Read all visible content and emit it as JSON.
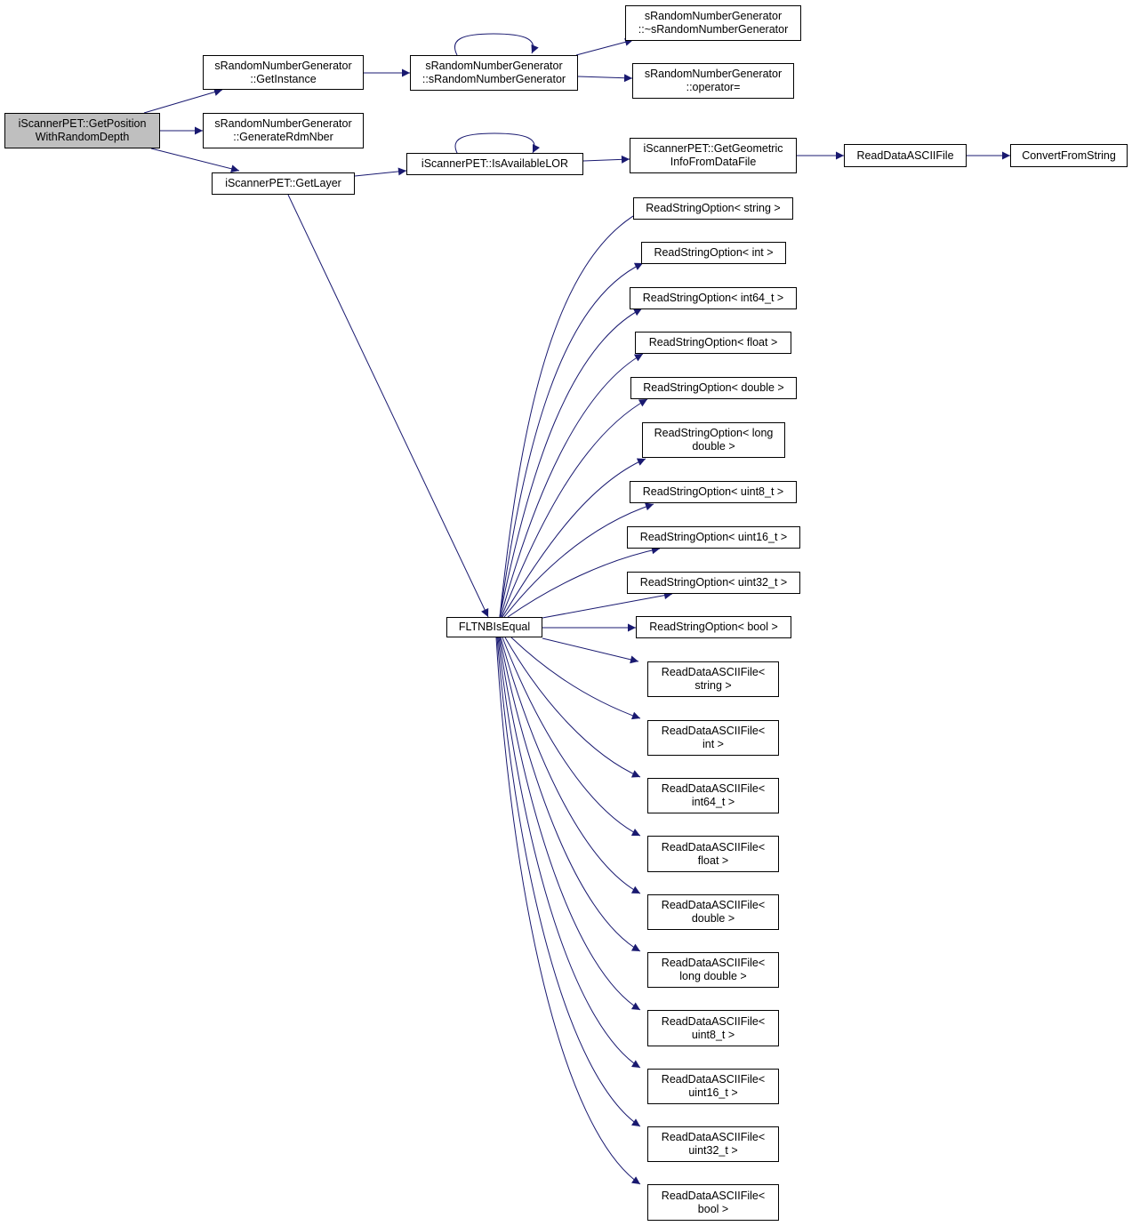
{
  "colors": {
    "edge": "#191970",
    "root_fill": "#bfbfbf",
    "node_fill": "#ffffff",
    "border": "#000000"
  },
  "nodes": {
    "root": {
      "l1": "iScannerPET::GetPosition",
      "l2": "WithRandomDepth"
    },
    "getinst": {
      "l1": "sRandomNumberGenerator",
      "l2": "::GetInstance"
    },
    "genrdm": {
      "l1": "sRandomNumberGenerator",
      "l2": "::GenerateRdmNber"
    },
    "getlayer": {
      "l1": "iScannerPET::GetLayer"
    },
    "ctor": {
      "l1": "sRandomNumberGenerator",
      "l2": "::sRandomNumberGenerator"
    },
    "dtor": {
      "l1": "sRandomNumberGenerator",
      "l2": "::~sRandomNumberGenerator"
    },
    "opeq": {
      "l1": "sRandomNumberGenerator",
      "l2": "::operator="
    },
    "isavail": {
      "l1": "iScannerPET::IsAvailableLOR"
    },
    "getgeo": {
      "l1": "iScannerPET::GetGeometric",
      "l2": "InfoFromDataFile"
    },
    "rdaf": {
      "l1": "ReadDataASCIIFile"
    },
    "cfs": {
      "l1": "ConvertFromString"
    },
    "fltnb": {
      "l1": "FLTNBIsEqual"
    },
    "rso_string": {
      "l1": "ReadStringOption< string >"
    },
    "rso_int": {
      "l1": "ReadStringOption< int >"
    },
    "rso_int64": {
      "l1": "ReadStringOption< int64_t >"
    },
    "rso_float": {
      "l1": "ReadStringOption< float >"
    },
    "rso_double": {
      "l1": "ReadStringOption< double >"
    },
    "rso_ldouble": {
      "l1": "ReadStringOption< long",
      "l2": "double >"
    },
    "rso_uint8": {
      "l1": "ReadStringOption< uint8_t >"
    },
    "rso_uint16": {
      "l1": "ReadStringOption< uint16_t >"
    },
    "rso_uint32": {
      "l1": "ReadStringOption< uint32_t >"
    },
    "rso_bool": {
      "l1": "ReadStringOption< bool >"
    },
    "rdaf_string": {
      "l1": "ReadDataASCIIFile<",
      "l2": "string >"
    },
    "rdaf_int": {
      "l1": "ReadDataASCIIFile<",
      "l2": "int >"
    },
    "rdaf_int64": {
      "l1": "ReadDataASCIIFile<",
      "l2": "int64_t >"
    },
    "rdaf_float": {
      "l1": "ReadDataASCIIFile<",
      "l2": "float >"
    },
    "rdaf_double": {
      "l1": "ReadDataASCIIFile<",
      "l2": "double >"
    },
    "rdaf_ldouble": {
      "l1": "ReadDataASCIIFile<",
      "l2": "long double >"
    },
    "rdaf_uint8": {
      "l1": "ReadDataASCIIFile<",
      "l2": "uint8_t >"
    },
    "rdaf_uint16": {
      "l1": "ReadDataASCIIFile<",
      "l2": "uint16_t >"
    },
    "rdaf_uint32": {
      "l1": "ReadDataASCIIFile<",
      "l2": "uint32_t >"
    },
    "rdaf_bool": {
      "l1": "ReadDataASCIIFile<",
      "l2": "bool >"
    }
  },
  "edges": [
    [
      "root",
      "getinst"
    ],
    [
      "root",
      "genrdm"
    ],
    [
      "root",
      "getlayer"
    ],
    [
      "getinst",
      "ctor"
    ],
    [
      "ctor",
      "ctor"
    ],
    [
      "ctor",
      "dtor"
    ],
    [
      "ctor",
      "opeq"
    ],
    [
      "getlayer",
      "isavail"
    ],
    [
      "isavail",
      "isavail"
    ],
    [
      "isavail",
      "getgeo"
    ],
    [
      "getgeo",
      "rdaf"
    ],
    [
      "rdaf",
      "cfs"
    ],
    [
      "getlayer",
      "fltnb"
    ],
    [
      "fltnb",
      "rso_string"
    ],
    [
      "fltnb",
      "rso_int"
    ],
    [
      "fltnb",
      "rso_int64"
    ],
    [
      "fltnb",
      "rso_float"
    ],
    [
      "fltnb",
      "rso_double"
    ],
    [
      "fltnb",
      "rso_ldouble"
    ],
    [
      "fltnb",
      "rso_uint8"
    ],
    [
      "fltnb",
      "rso_uint16"
    ],
    [
      "fltnb",
      "rso_uint32"
    ],
    [
      "fltnb",
      "rso_bool"
    ],
    [
      "fltnb",
      "rdaf_string"
    ],
    [
      "fltnb",
      "rdaf_int"
    ],
    [
      "fltnb",
      "rdaf_int64"
    ],
    [
      "fltnb",
      "rdaf_float"
    ],
    [
      "fltnb",
      "rdaf_double"
    ],
    [
      "fltnb",
      "rdaf_ldouble"
    ],
    [
      "fltnb",
      "rdaf_uint8"
    ],
    [
      "fltnb",
      "rdaf_uint16"
    ],
    [
      "fltnb",
      "rdaf_uint32"
    ],
    [
      "fltnb",
      "rdaf_bool"
    ]
  ]
}
